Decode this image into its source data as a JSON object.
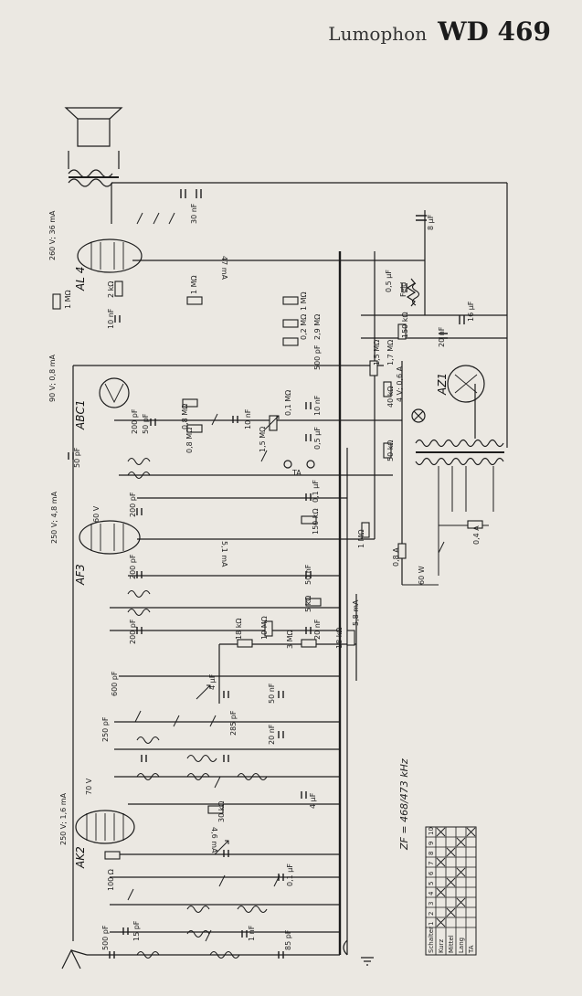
{
  "header": {
    "brand": "Lumophon",
    "model": "WD 469"
  },
  "tubes": [
    {
      "name": "AL 4",
      "voltage": "260 V; 36 mA"
    },
    {
      "name": "ABC1",
      "voltage": "90 V; 0,8 mA"
    },
    {
      "name": "AF3",
      "voltage": "250 V; 4,8 mA",
      "anode": "60 V"
    },
    {
      "name": "AK2",
      "voltage": "250 V; 1,6 mA",
      "anode": "70 V"
    }
  ],
  "rectifier": {
    "name": "AZ1",
    "fuse": "4 V; 0,6 A"
  },
  "if_label": "ZF = 468/473 kHz",
  "mains": {
    "power": "60 W",
    "fuse1": "0,8 A",
    "fuse2": "0,4 A"
  },
  "components": {
    "c30nf": "30 nF",
    "c8uf": "8 μF",
    "c16uf": "16 μF",
    "c05uf": "0,5 μF",
    "feld": "Feld",
    "r1m_a": "1 MΩ",
    "r2k": "2 kΩ",
    "c10nf_a": "10 nF",
    "r1m_b": "1 MΩ",
    "r1mq": "1 MΩ",
    "r02": "0,2 MΩ",
    "r29": "2,9 MΩ",
    "c500pf_a": "500 pF",
    "r150k_a": "150 kΩ",
    "c20nf_a": "20 nF",
    "r15m": "1,5 MΩ",
    "r17m": "1,7 MΩ",
    "r40k": "40 kΩ",
    "r50k": "50 kΩ",
    "c200pf_a": "200 pF",
    "c50pf_a": "50 pF",
    "r08m": "0,8 MΩ",
    "r08m_b": "0,8 MΩ",
    "c10nf_b": "10 nF",
    "r01m": "0,1 MΩ",
    "c10nf_c": "10 nF",
    "r15mv": "1,5 MΩ",
    "c05uf_b": "0,5 μF",
    "ta": "TA",
    "c50pf_b": "50 pF",
    "c01uf_a": "0,1 μF",
    "r150k_b": "150 kΩ",
    "r1m_c": "1 MΩ",
    "c200pf_b": "200 pF",
    "c200pf_c": "200 pF",
    "c200pf_d": "200 pF",
    "c50nf": "50 nF",
    "r5k": "5 kΩ",
    "r10m": "10 MΩ",
    "c20nf_b": "20 nF",
    "r18k": "18 kΩ",
    "r3m": "3 MΩ",
    "r18k_b": "18 kΩ",
    "i58ma": "5,8 mA",
    "i47ma": "47 mA",
    "i51ma": "5,1 mA",
    "c600pf": "600 pF",
    "c250pf": "250 pF",
    "c4uf": "4 μF",
    "c50nf_b": "50 nF",
    "c20nf_c": "20 nF",
    "c285pf": "285 pF",
    "c4uf_b": "4 μF",
    "r30k": "30 kΩ",
    "c100": "100 Ω",
    "c01uf_b": "0,1 μF",
    "c500pf_b": "500 pF",
    "c15pf": "15 pF",
    "c1nf": "1 nF",
    "c85pf": "85 pF",
    "i46ma": "4,6 mA"
  },
  "switch_table": {
    "header": [
      "Schalter",
      "1",
      "2",
      "3",
      "4",
      "5",
      "6",
      "7",
      "8",
      "9",
      "10"
    ],
    "rows": [
      {
        "label": "Kurz",
        "marks": [
          1,
          0,
          0,
          1,
          0,
          0,
          1,
          0,
          0,
          1
        ]
      },
      {
        "label": "Mittel",
        "marks": [
          0,
          1,
          0,
          0,
          1,
          0,
          0,
          1,
          0,
          0
        ]
      },
      {
        "label": "Lang",
        "marks": [
          0,
          0,
          1,
          0,
          0,
          1,
          0,
          0,
          1,
          0
        ]
      },
      {
        "label": "TA",
        "marks": [
          0,
          0,
          0,
          0,
          0,
          0,
          0,
          0,
          0,
          1
        ]
      }
    ]
  }
}
